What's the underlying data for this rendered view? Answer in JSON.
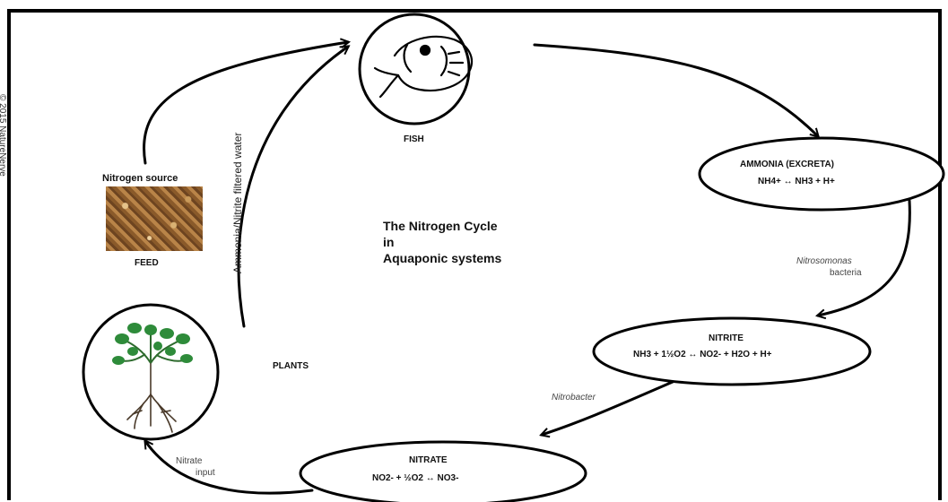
{
  "title": {
    "line1": "The Nitrogen Cycle",
    "line2": "in",
    "line3": "Aquaponic systems"
  },
  "copyright": "© 2015 NatureNerve",
  "nodes": {
    "fish": {
      "label": "FISH",
      "icon": "fish-icon"
    },
    "ammonia": {
      "title": "AMMONIA (EXCRETA)",
      "equation": "NH4+ ↔ NH3 + H+"
    },
    "nitrite": {
      "title": "NITRITE",
      "equation": "NH3 + 1½O2 ↔ NO2- + H2O + H+"
    },
    "nitrate": {
      "title": "NITRATE",
      "equation": "NO2- + ½O2 ↔ NO3-"
    },
    "plants": {
      "label": "PLANTS",
      "icon": "plant-icon"
    },
    "feed": {
      "heading": "Nitrogen source",
      "label": "FEED"
    }
  },
  "edge_labels": {
    "nitrosomonas": "Nitrosomonas",
    "nitrosomonas_sub": "bacteria",
    "nitrobacter": "Nitrobacter",
    "nitrate_input_1": "Nitrate",
    "nitrate_input_2": "input",
    "filtered_water": "Ammonia/Nitrite filtered water"
  },
  "colors": {
    "line": "#000000",
    "text": "#111111",
    "plant": "#2e8b3a"
  }
}
